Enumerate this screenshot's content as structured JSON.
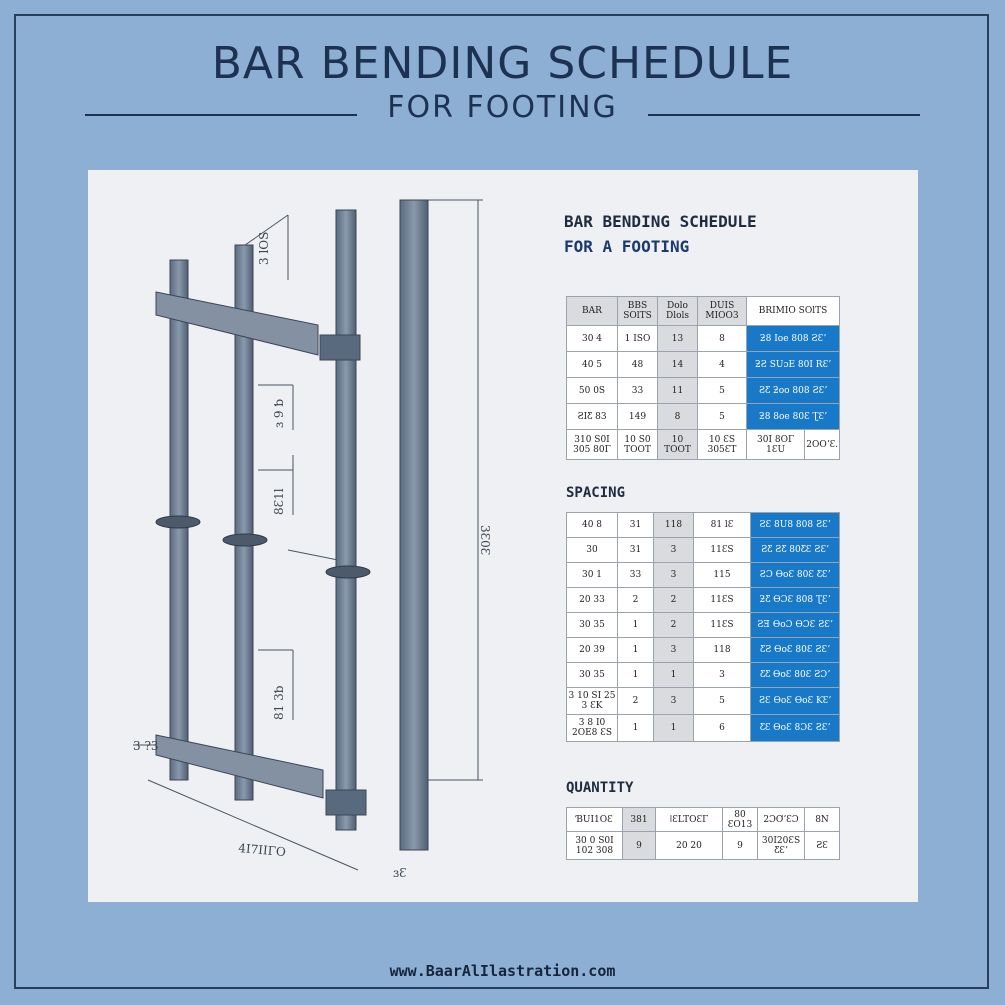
{
  "header": {
    "title": "BAR BENDING SCHEDULE",
    "subtitle": "FOR  FOOTING"
  },
  "panel": {
    "title_line1": "BAR BENDING SCHEDULE",
    "title_line2": "FOR A FOOTING"
  },
  "drawing": {
    "dim_labels": [
      "3 lOS",
      "ɜ 9 ƅ",
      "8Ɛ1l",
      "81 3ƅ",
      "3 ?3",
      "3Ɛ0Ɛ",
      "4I7IIΓΟ",
      "ɜƐ"
    ]
  },
  "schedule_table": {
    "header": [
      "BAR",
      "BBS SOlTS",
      "Dolo Dlols",
      "DUIS MIOO3",
      "BRIMIO SOlTS"
    ],
    "rows": [
      [
        "30 4",
        "1 ISO",
        "13",
        "8",
        "ƻ8 Ioe 808 ƧƐʼ"
      ],
      [
        "40 5",
        "48",
        "14",
        "4",
        "ƻƧ SUɔE 80I RƐʼ"
      ],
      [
        "50 0S",
        "33",
        "11",
        "5",
        "ƧƸ ƻoo 808 ƧƐʼ"
      ],
      [
        "ƧIƸ 83",
        "149",
        "8",
        "5",
        "ƻ8 8oe 80Ɛ ƮƐʼ"
      ]
    ],
    "last_row": [
      "310 S0I 305 80Γ",
      "10 S0 TOOT",
      "10 TOOT",
      "10 ƐS 305ƐT",
      "30I 8OΓ 1ƐU",
      "2OOʼƐ."
    ]
  },
  "spacing": {
    "title": "SPACING",
    "rows": [
      [
        "40 8",
        "31",
        "118",
        "81 lƐ",
        "ƧƐ 8U8 808 ƧƐʼ"
      ],
      [
        "30",
        "31",
        "3",
        "11ƐS",
        "ƧƸ ƧƸ 80ƸƐ ƧƐʼ"
      ],
      [
        "30 1",
        "33",
        "3",
        "115",
        "ƧƆ ƟoƐ 80Ɛ ƸƐʼ"
      ],
      [
        "20 33",
        "2",
        "2",
        "11ƐS",
        "ƻƸ ƟƆƐ 808 ƮƐʼ"
      ],
      [
        "30 35",
        "1",
        "2",
        "11ƐS",
        "ƧƎ ƟoƆ ƟƆƐ ƧƐʼ"
      ],
      [
        "20 39",
        "1",
        "3",
        "118",
        "ƸƧ ƟoƐ 80Ɛ ƧƐʼ"
      ],
      [
        "30 35",
        "1",
        "1",
        "3",
        "ƸƸ ƟoƐ 80Ɛ ƧƆʼ"
      ],
      [
        "3 10 SI 25 3 ƐK",
        "2",
        "3",
        "5",
        "ƧƐ ƟoƐ ƟoƐ ƘƐʼ"
      ],
      [
        "3 8 I0 2OE8 ƐS",
        "1",
        "1",
        "6",
        "ƸƐ ƟoƐ 8ƆƐ ƧƐʼ"
      ]
    ]
  },
  "quantity": {
    "title": "QUANTITY",
    "header": [
      "ƁUI1OƐ",
      "381",
      "ǀƐLTOƐΓ",
      "80 ƐO13",
      "2ƆƠʼƐƆ",
      "8N"
    ],
    "row": [
      "30 0 S0I 102 308",
      "9",
      "20 20",
      "9",
      "30I20ƐS ƸƐʼ",
      "ƧƐ"
    ]
  },
  "footer": {
    "url": "www.BaarAlIlastration.com"
  },
  "colors": {
    "background": "#8eafd4",
    "accent_blue": "#1979c9",
    "ink": "#1d3253"
  }
}
